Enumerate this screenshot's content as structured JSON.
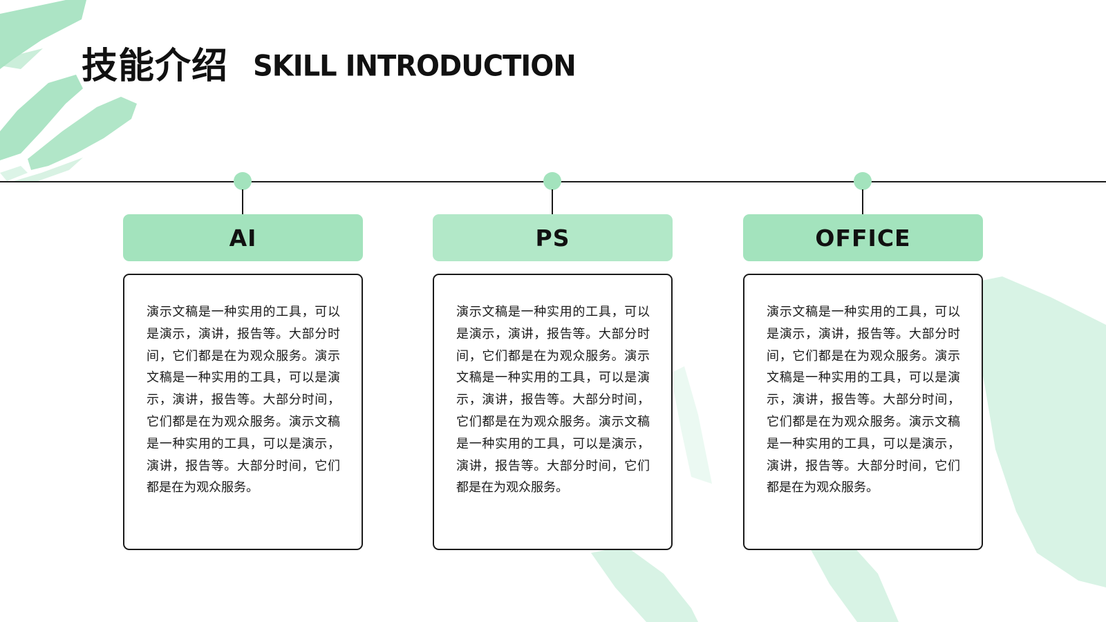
{
  "header": {
    "title_cn": "技能介绍",
    "title_en": "SKILL INTRODUCTION"
  },
  "colors": {
    "accent": "#a3e3bd",
    "accent_light": "#b2e8c8",
    "line": "#1a1a1a",
    "text": "#111111"
  },
  "cards": [
    {
      "title": "AI",
      "body": "演示文稿是一种实用的工具，可以是演示，演讲，报告等。大部分时间，它们都是在为观众服务。演示文稿是一种实用的工具，可以是演示，演讲，报告等。大部分时间，它们都是在为观众服务。演示文稿是一种实用的工具，可以是演示，演讲，报告等。大部分时间，它们都是在为观众服务。"
    },
    {
      "title": "PS",
      "body": "演示文稿是一种实用的工具，可以是演示，演讲，报告等。大部分时间，它们都是在为观众服务。演示文稿是一种实用的工具，可以是演示，演讲，报告等。大部分时间，它们都是在为观众服务。演示文稿是一种实用的工具，可以是演示，演讲，报告等。大部分时间，它们都是在为观众服务。"
    },
    {
      "title": "OFFICE",
      "body": "演示文稿是一种实用的工具，可以是演示，演讲，报告等。大部分时间，它们都是在为观众服务。演示文稿是一种实用的工具，可以是演示，演讲，报告等。大部分时间，它们都是在为观众服务。演示文稿是一种实用的工具，可以是演示，演讲，报告等。大部分时间，它们都是在为观众服务。"
    }
  ]
}
